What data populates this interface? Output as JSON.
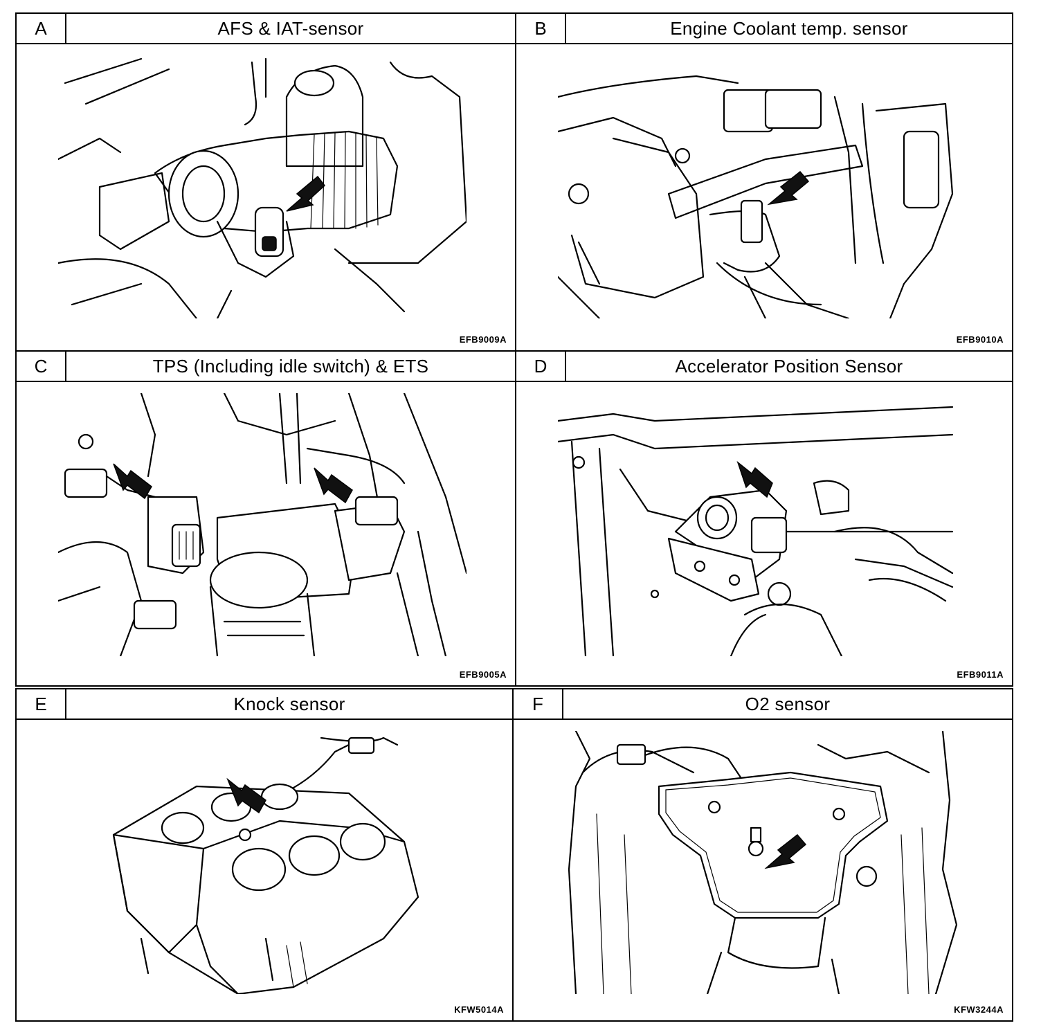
{
  "panels": [
    {
      "letter": "A",
      "title": "AFS & IAT-sensor",
      "code": "EFB9009A"
    },
    {
      "letter": "B",
      "title": "Engine Coolant temp.  sensor",
      "code": "EFB9010A"
    },
    {
      "letter": "C",
      "title": "TPS (Including idle switch) & ETS",
      "code": "EFB9005A"
    },
    {
      "letter": "D",
      "title": "Accelerator Position Sensor",
      "code": "EFB9011A"
    },
    {
      "letter": "E",
      "title": "Knock sensor",
      "code": "KFW5014A"
    },
    {
      "letter": "F",
      "title": "O2 sensor",
      "code": "KFW3244A"
    }
  ]
}
